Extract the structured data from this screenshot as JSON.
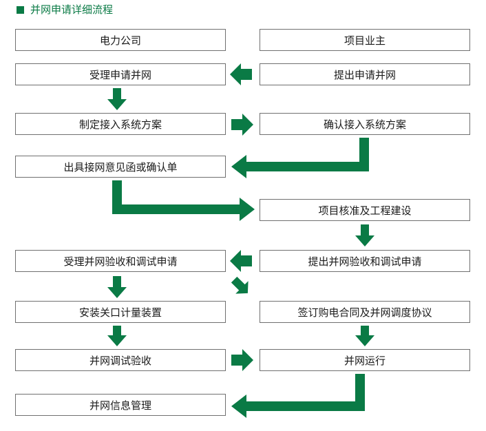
{
  "title": "并网申请详细流程",
  "colors": {
    "accent": "#0a7a45",
    "box_border": "#6f6f6f",
    "text": "#1a1a1a"
  },
  "headers": {
    "left": "电力公司",
    "right": "项目业主"
  },
  "steps": {
    "accept_application": "受理申请并网",
    "submit_application": "提出申请并网",
    "formulate_plan": "制定接入系统方案",
    "confirm_plan": "确认接入系统方案",
    "issue_letter": "出具接网意见函或确认单",
    "project_approval": "项目核准及工程建设",
    "accept_acceptance": "受理并网验收和调试申请",
    "submit_acceptance": "提出并网验收和调试申请",
    "install_meter": "安装关口计量装置",
    "sign_contract": "签订购电合同及并网调度协议",
    "grid_test": "并网调试验收",
    "grid_operation": "并网运行",
    "info_management": "并网信息管理"
  }
}
